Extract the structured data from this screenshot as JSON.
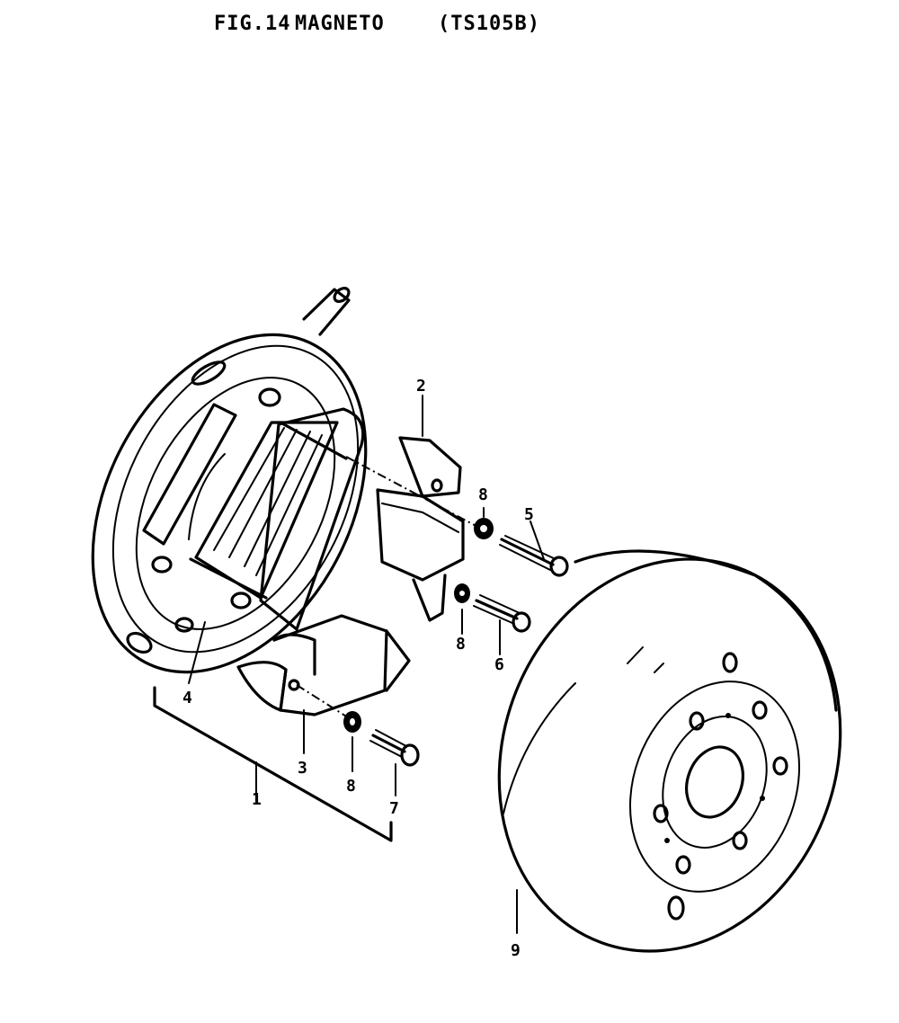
{
  "title": {
    "figure": "FIG.14",
    "name": "MAGNETO",
    "model": "(TS105B)"
  },
  "callouts": [
    {
      "id": "1",
      "text": "1"
    },
    {
      "id": "2",
      "text": "2"
    },
    {
      "id": "3",
      "text": "3"
    },
    {
      "id": "4",
      "text": "4"
    },
    {
      "id": "5",
      "text": "5"
    },
    {
      "id": "6",
      "text": "6"
    },
    {
      "id": "7",
      "text": "7"
    },
    {
      "id": "8a",
      "text": "8"
    },
    {
      "id": "8b",
      "text": "8"
    },
    {
      "id": "8c",
      "text": "8"
    },
    {
      "id": "9",
      "text": "9"
    }
  ]
}
